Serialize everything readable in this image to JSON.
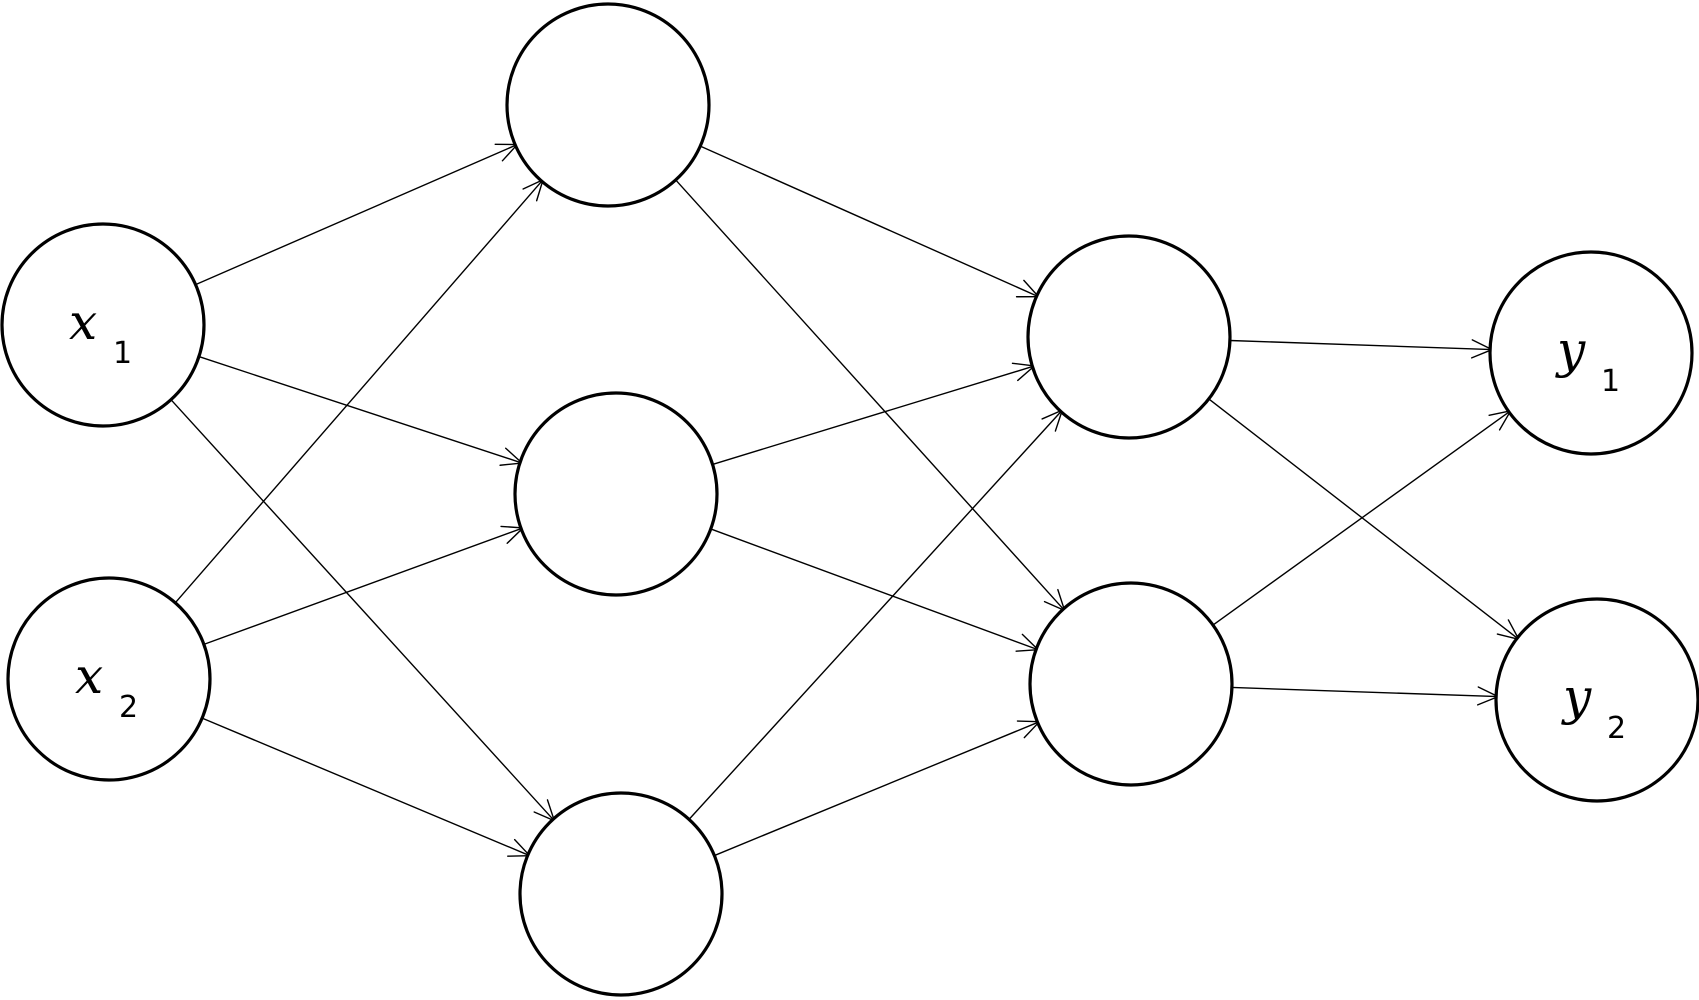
{
  "diagram": {
    "type": "neural-network",
    "layers": [
      {
        "nodes": [
          {
            "label": "x",
            "subscript": "1"
          },
          {
            "label": "x",
            "subscript": "2"
          }
        ]
      },
      {
        "nodes": [
          {
            "label": "",
            "subscript": ""
          },
          {
            "label": "",
            "subscript": ""
          },
          {
            "label": "",
            "subscript": ""
          }
        ]
      },
      {
        "nodes": [
          {
            "label": "",
            "subscript": ""
          },
          {
            "label": "",
            "subscript": ""
          }
        ]
      },
      {
        "nodes": [
          {
            "label": "y",
            "subscript": "1"
          },
          {
            "label": "y",
            "subscript": "2"
          }
        ]
      }
    ],
    "connections": "fully-connected",
    "stroke_color": "#000000",
    "background": "#ffffff"
  }
}
